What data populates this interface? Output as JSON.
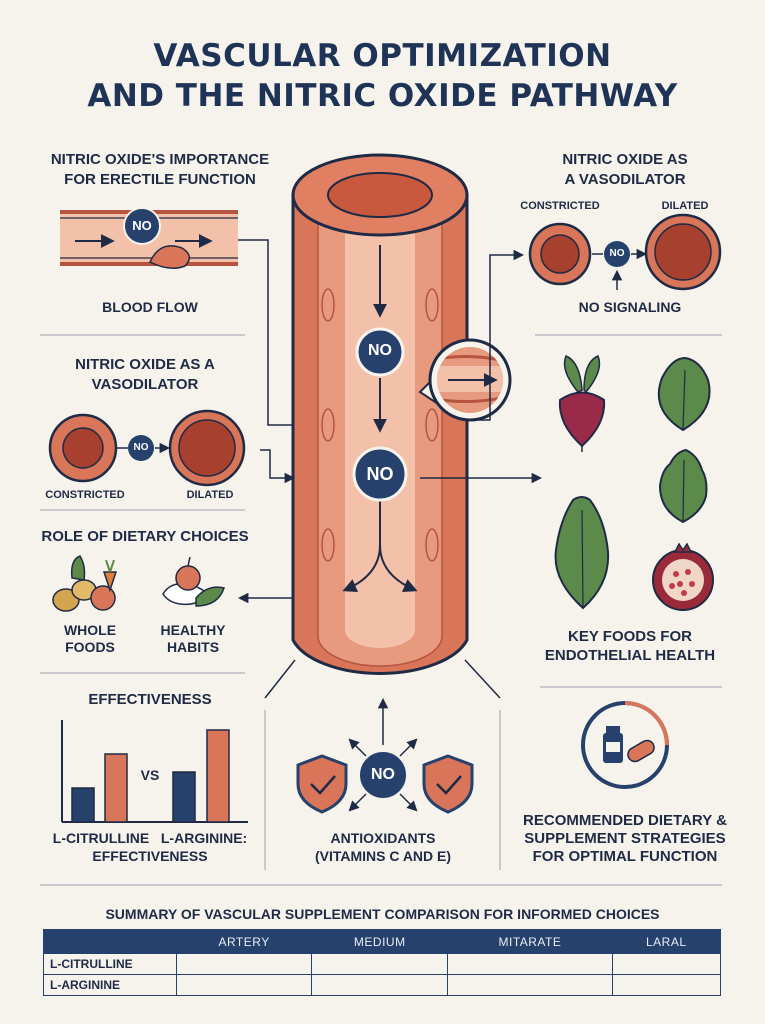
{
  "title": {
    "line1": "VASCULAR OPTIMIZATION",
    "line2": "AND THE NITRIC OXIDE PATHWAY"
  },
  "center": {
    "no_label_1": "NO",
    "no_label_2": "NO"
  },
  "importance": {
    "heading_line1": "NITRIC OXIDE'S IMPORTANCE",
    "heading_line2": "FOR ERECTILE FUNCTION",
    "no_label": "NO",
    "caption": "BLOOD FLOW"
  },
  "vasodilator_right": {
    "heading_line1": "NITRIC OXIDE AS",
    "heading_line2": "A VASODILATOR",
    "constricted": "CONSTRICTED",
    "dilated": "DILATED",
    "no_label": "NO",
    "caption": "NO SIGNALING"
  },
  "vasodilator_left": {
    "heading_line1": "NITRIC OXIDE AS A",
    "heading_line2": "VASODILATOR",
    "constricted": "CONSTRICTED",
    "dilated": "DILATED",
    "no_label": "NO"
  },
  "dietary": {
    "heading": "ROLE OF DIETARY CHOICES",
    "item1_line1": "WHOLE",
    "item1_line2": "FOODS",
    "item2_line1": "HEALTHY",
    "item2_line2": "HABITS"
  },
  "key_foods": {
    "caption_line1": "KEY FOODS FOR",
    "caption_line2": "ENDOTHELIAL HEALTH"
  },
  "effectiveness": {
    "heading": "EFFECTIVENESS",
    "vs": "VS",
    "caption_line1": "L-CITRULLINE   L-ARGININE:",
    "caption_line2": "EFFECTIVENESS"
  },
  "antioxidants": {
    "no_label": "NO",
    "caption_line1": "ANTIOXIDANTS",
    "caption_line2": "(VITAMINS C AND E)"
  },
  "strategies": {
    "caption_line1": "RECOMMENDED DIETARY &",
    "caption_line2": "SUPPLEMENT STRATEGIES",
    "caption_line3": "FOR OPTIMAL FUNCTION"
  },
  "summary": {
    "heading": "SUMMARY OF VASCULAR SUPPLEMENT COMPARISON FOR INFORMED CHOICES",
    "columns": [
      "",
      "ARTERY",
      "MEDIUM",
      "MITARATE",
      "LARAL"
    ],
    "rows": [
      {
        "label": "L-CITRULLINE"
      },
      {
        "label": "L-ARGININE"
      }
    ]
  },
  "colors": {
    "navy": "#1f3357",
    "artery": "#d9765a",
    "artery_light": "#f0b49c",
    "artery_dark": "#b5543f",
    "leaf_green": "#5b8a4a",
    "background": "#f6f3ec"
  }
}
